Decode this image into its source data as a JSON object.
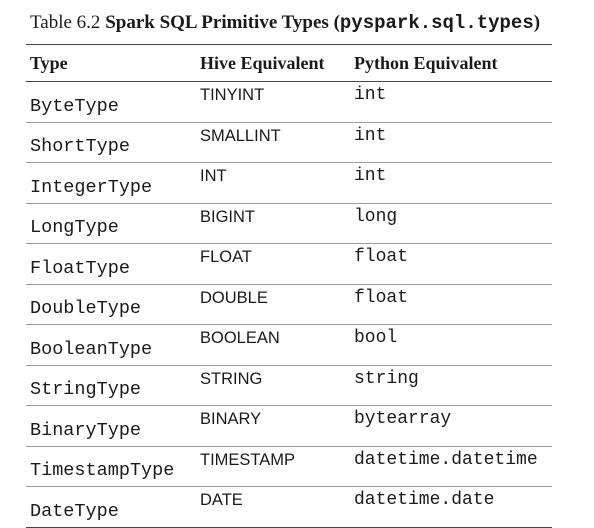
{
  "caption": {
    "prefix": "Table 6.2 ",
    "title": "Spark SQL Primitive Types (",
    "module": "pyspark.sql.types",
    "suffix": ")"
  },
  "table": {
    "headers": [
      "Type",
      "Hive Equivalent",
      "Python Equivalent"
    ],
    "rows": [
      [
        "ByteType",
        "TINYINT",
        "int"
      ],
      [
        "ShortType",
        "SMALLINT",
        "int"
      ],
      [
        "IntegerType",
        "INT",
        "int"
      ],
      [
        "LongType",
        "BIGINT",
        "long"
      ],
      [
        "FloatType",
        "FLOAT",
        "float"
      ],
      [
        "DoubleType",
        "DOUBLE",
        "float"
      ],
      [
        "BooleanType",
        "BOOLEAN",
        "bool"
      ],
      [
        "StringType",
        "STRING",
        "string"
      ],
      [
        "BinaryType",
        "BINARY",
        "bytearray"
      ],
      [
        "TimestampType",
        "TIMESTAMP",
        "datetime.datetime"
      ],
      [
        "DateType",
        "DATE",
        "datetime.date"
      ]
    ]
  }
}
